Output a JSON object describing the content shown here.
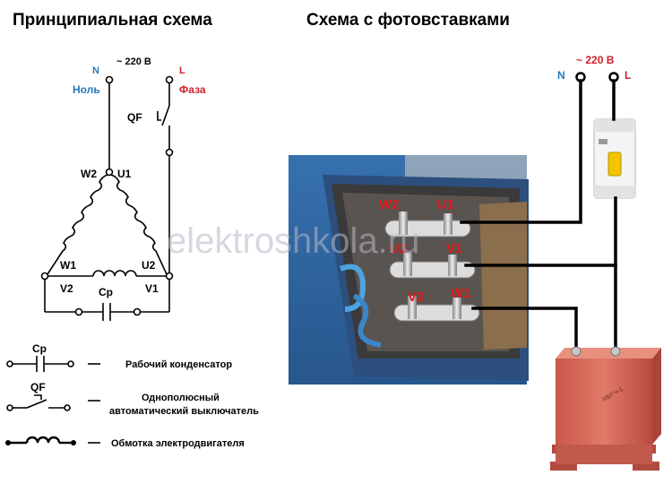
{
  "titles": {
    "left": "Принципиальная схема",
    "right": "Схема с фотовставками"
  },
  "supply": {
    "voltage": "~ 220 В",
    "n_letter": "N",
    "l_letter": "L",
    "neutral_label": "Ноль",
    "phase_label": "Фаза"
  },
  "breaker": {
    "label": "QF"
  },
  "terminals": {
    "w2": "W2",
    "u1": "U1",
    "w1": "W1",
    "u2": "U2",
    "v2": "V2",
    "v1": "V1"
  },
  "capacitor": {
    "label": "Cp"
  },
  "legend": {
    "capacitor_symbol": "Cp",
    "capacitor_desc": "Рабочий конденсатор",
    "breaker_symbol": "QF",
    "breaker_desc_1": "Однополюсный",
    "breaker_desc_2": "автоматический выключатель",
    "winding_desc": "Обмотка электродвигателя"
  },
  "photo": {
    "terminal_labels": [
      "W2",
      "U1",
      "U2",
      "V1",
      "V2",
      "W1"
    ],
    "supply_voltage": "~ 220 В",
    "n_letter": "N",
    "l_letter": "L",
    "capacitor_print": "МБГЧ-1"
  },
  "watermark": "elektroshkola.ru",
  "colors": {
    "blue": "#2878b8",
    "red": "#d0202a",
    "line": "#000000",
    "terminal_red": "#e01818"
  }
}
